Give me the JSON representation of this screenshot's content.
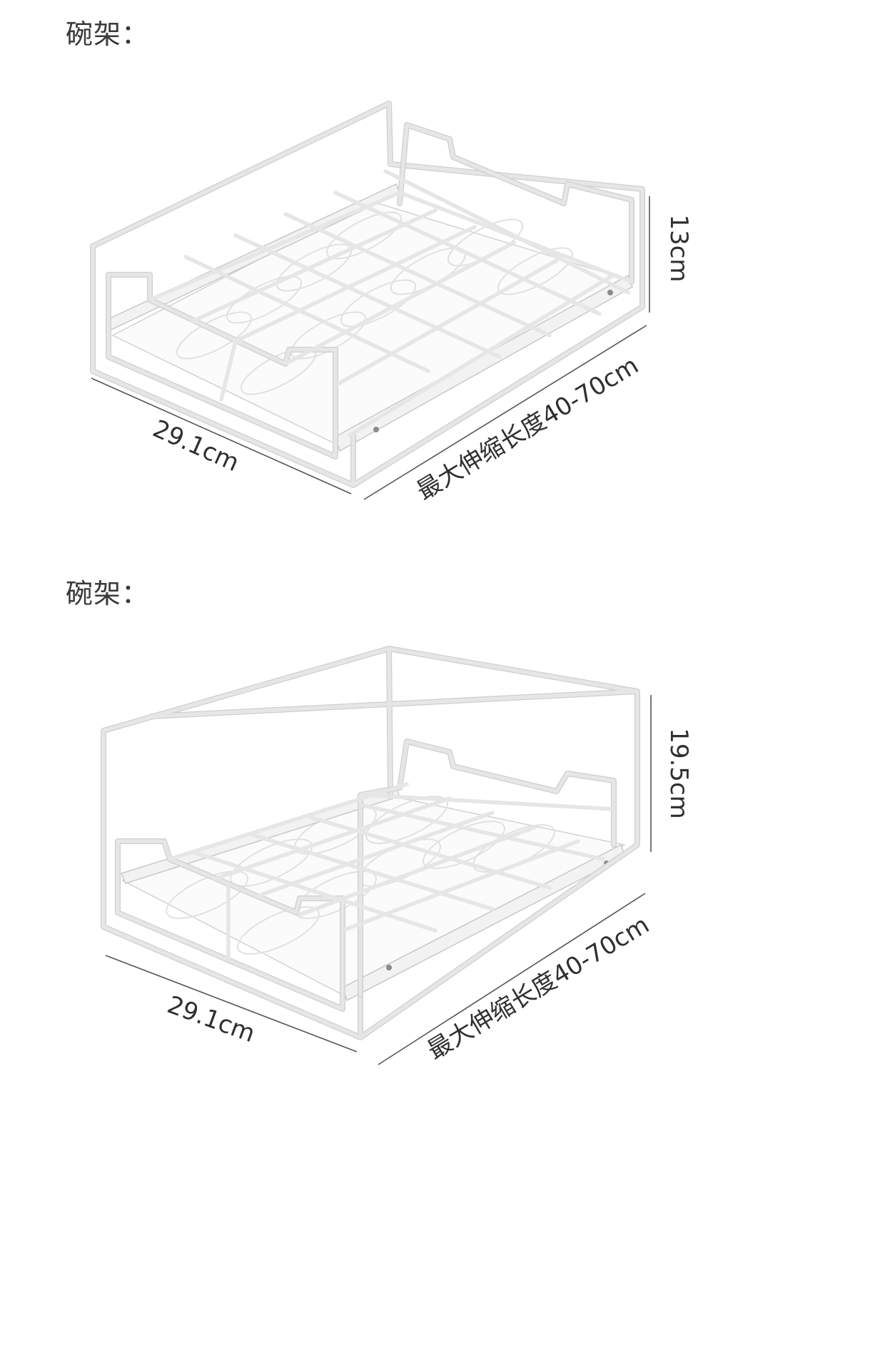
{
  "sections": [
    {
      "title": "碗架：",
      "dimensions": {
        "width": "29.1cm",
        "height": "13cm",
        "extension": "最大伸缩长度40-70cm"
      }
    },
    {
      "title": "碗架：",
      "dimensions": {
        "width": "29.1cm",
        "height": "19.5cm",
        "extension": "最大伸缩长度40-70cm"
      }
    }
  ],
  "colors": {
    "background": "#ffffff",
    "wire": "#e6e6e6",
    "dimension_line": "#555555",
    "text": "#333333"
  }
}
